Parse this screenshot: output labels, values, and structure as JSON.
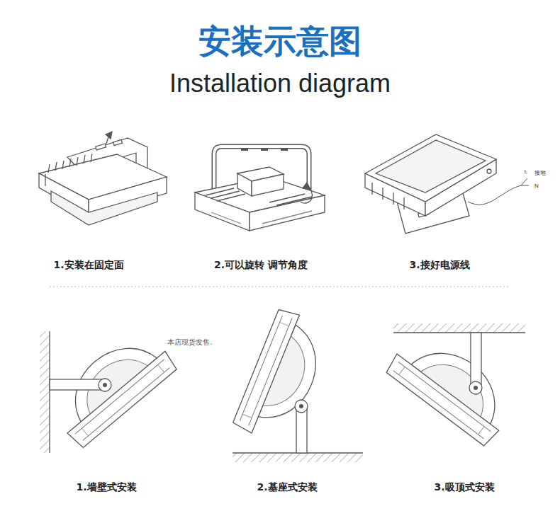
{
  "diagram": {
    "title": "安装示意图",
    "labels": [
      "Installation diagram",
      "1.安装在固定面",
      "2.可以旋转 调节角度",
      "3.接好电源线",
      "1.墙壁式安装",
      "2.基座式安装",
      "3.吸顶式安装",
      "本店现货发售.",
      "L",
      "接地",
      "N"
    ]
  }
}
